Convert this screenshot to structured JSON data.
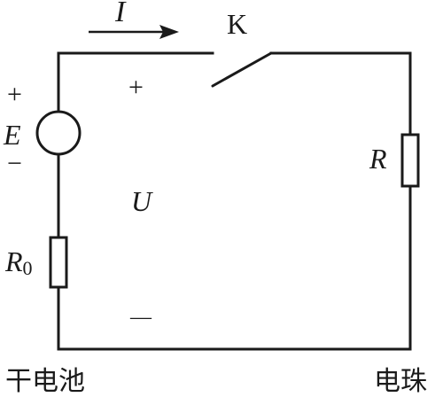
{
  "labels": {
    "current": "I",
    "switch": "K",
    "emf": "E",
    "emf_plus": "+",
    "emf_minus": "−",
    "internal_resistance": "R",
    "internal_resistance_sub": "0",
    "load_resistance": "R",
    "voltage": "U",
    "voltage_plus": "+",
    "voltage_minus": "—",
    "battery_caption": "干电池",
    "bulb_caption": "电珠"
  }
}
